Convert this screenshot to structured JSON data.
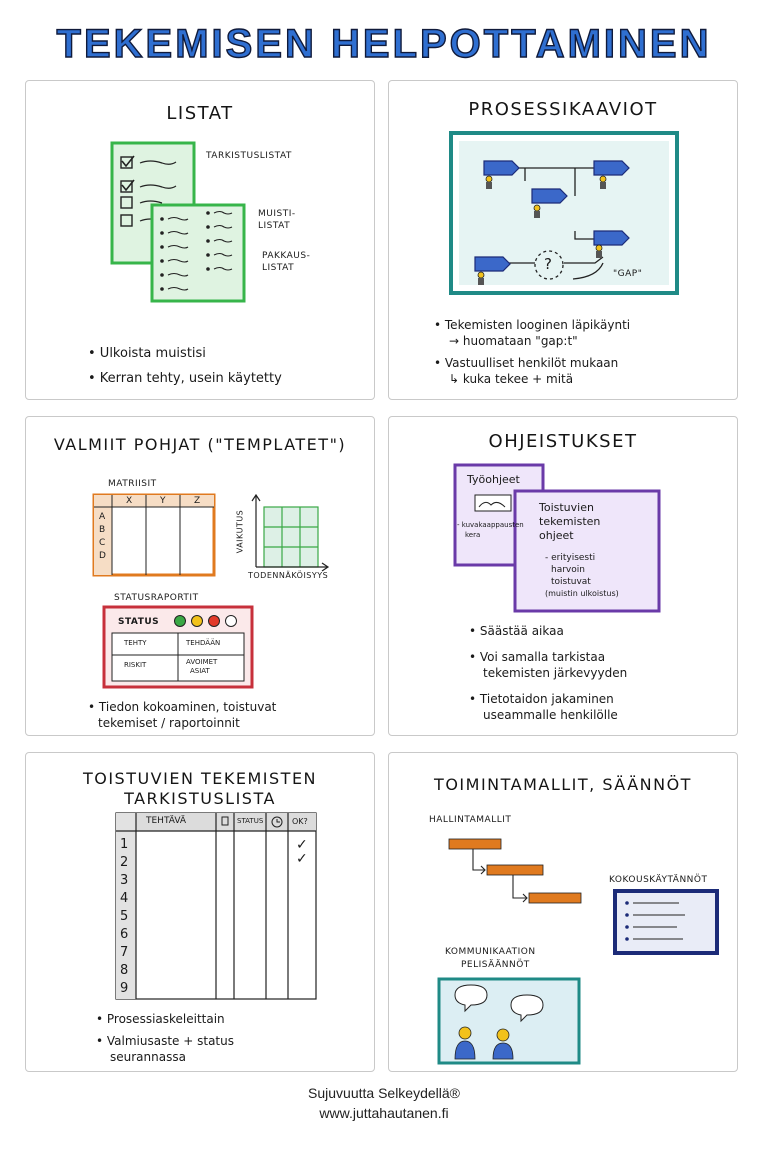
{
  "title": "TEKEMISEN HELPOTTAMINEN",
  "panels": {
    "listat": {
      "title": "LISTAT",
      "labels": [
        "TARKISTUSLISTAT",
        "MUISTI-",
        "LISTAT",
        "PAKKAUS-",
        "LISTAT"
      ],
      "bullets": [
        "• Ulkoista muistisi",
        "• Kerran tehty, usein käytetty"
      ]
    },
    "prosessikaaviot": {
      "title": "PROSESSIKAAVIOT",
      "question": "?",
      "gap_label": "\"GAP\"",
      "bullets": [
        "• Tekemisten looginen läpikäynti",
        "→ huomataan \"gap:t\"",
        "• Vastuulliset henkilöt mukaan",
        "↳ kuka tekee + mitä"
      ]
    },
    "pohjat": {
      "title": "VALMIIT POHJAT (\"TEMPLATET\")",
      "matrix_label": "MATRIISIT",
      "matrix_cols": [
        "X",
        "Y",
        "Z"
      ],
      "matrix_rows": [
        "A",
        "B",
        "C",
        "D"
      ],
      "axis_y": "VAIKUTUS",
      "axis_x": "TODENNÄKÖISYYS",
      "status_label": "STATUSRAPORTIT",
      "status_word": "STATUS",
      "status_cells": [
        "TEHTY",
        "TEHDÄÄN",
        "RISKIT",
        "AVOIMET",
        "ASIAT"
      ],
      "status_colors": [
        "#3aa845",
        "#f2c21b",
        "#e23a2a",
        "#ffffff"
      ],
      "bullets": [
        "• Tiedon kokoaminen, toistuvat",
        "tekemiset / raportoinnit"
      ]
    },
    "ohjeistukset": {
      "title": "OHJEISTUKSET",
      "card1_title": "Työohjeet",
      "card1_note": [
        "- kuvakaappausten",
        "kera"
      ],
      "card2_lines": [
        "Toistuvien",
        "tekemisten",
        "ohjeet"
      ],
      "card2_note": [
        "- erityisesti",
        "harvoin",
        "toistuvat",
        "(muistin ulkoistus)"
      ],
      "bullets": [
        "• Säästää aikaa",
        "• Voi samalla tarkistaa",
        "tekemisten järkevyyden",
        "• Tietotaidon jakaminen",
        "useammalle henkilölle"
      ]
    },
    "tarkistuslista": {
      "title_lines": [
        "TOISTUVIEN TEKEMISTEN",
        "TARKISTUSLISTA"
      ],
      "headers": [
        "TEHTÄVÄ",
        "STATUS",
        "OK?"
      ],
      "numbers": [
        "1",
        "2",
        "3",
        "4",
        "5",
        "6",
        "7",
        "8",
        "9"
      ],
      "checks": [
        "✓",
        "✓"
      ],
      "bullets": [
        "• Prosessiaskeleittain",
        "• Valmiusaste + status",
        "seurannassa"
      ]
    },
    "toimintamallit": {
      "title": "TOIMINTAMALLIT, SÄÄNNÖT",
      "hallinta": "HALLINTAMALLIT",
      "kokous": "KOKOUSKÄYTÄNNÖT",
      "kommunikaatio": [
        "KOMMUNIKAATION",
        "PELISÄÄNNÖT"
      ]
    }
  },
  "footer": [
    "Sujuvuutta Selkeydellä®",
    "www.juttahautanen.fi"
  ],
  "colors": {
    "green": "#37b54a",
    "teal": "#1f8a86",
    "orange": "#e07a1f",
    "red": "#c7303b",
    "purple": "#6a3aa8",
    "navy": "#1c2b78",
    "blue": "#2f6fd1"
  }
}
